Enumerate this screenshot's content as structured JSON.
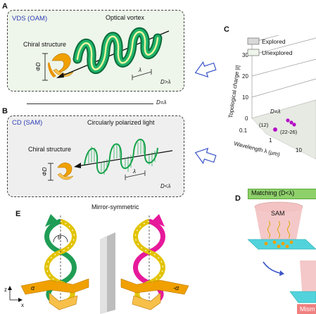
{
  "panels": {
    "A": {
      "letter": "A",
      "tag": "VDS (OAM)",
      "title": "Optical vortex",
      "structure_label": "Chiral structure",
      "diameter_label": "ΦD",
      "wavelength_label": "λ",
      "condition": "D>λ"
    },
    "divider_label": "D=λ",
    "B": {
      "letter": "B",
      "tag": "CD (SAM)",
      "title": "Circularly polarized light",
      "structure_label": "Chiral structure",
      "diameter_label": "ΦD",
      "wavelength_label": "λ",
      "condition": "D<λ"
    },
    "C": {
      "letter": "C",
      "legend": [
        "Explored",
        "Unexplored"
      ],
      "y_axis_label": "Topological charge |ℓ|",
      "y_ticks": [
        "30",
        "20",
        "10",
        "0"
      ],
      "x_axis_label": "Wavelength λ (μm)",
      "x_ticks": [
        "0.1",
        "1",
        "10"
      ],
      "plane_label": "D=λ",
      "point_labels": [
        "(12)",
        "(22-26)"
      ]
    },
    "D": {
      "letter": "D",
      "matching_label": "Matching (D<λ)",
      "sam_label": "SAM",
      "mismatch_label": "Mism"
    },
    "E": {
      "letter": "E",
      "title": "Mirror-symmetric",
      "theta_label": "θ",
      "alpha_left": "α",
      "alpha_right": "-α",
      "axis_z": "z",
      "axis_x": "x"
    }
  },
  "colors": {
    "accent_blue": "#2f3fb8",
    "helix_green": "#1f9d55",
    "helix_magenta": "#e6199a",
    "chiral_orange": "#f0a000",
    "box_fill": "#eef5ea",
    "box_fill_gray": "#efefef",
    "matching_green": "#8ed06a",
    "mismatch_pink": "#f08080",
    "sam_pink": "#f3c2c2",
    "substrate_cyan": "#52d3dc",
    "point_purple": "#b40fc8"
  },
  "icons": [
    "arrow-left-icon",
    "arrow-down-left-icon",
    "helix-icon",
    "chiral-structure-icon",
    "mirror-plane-icon",
    "axis-icon"
  ]
}
